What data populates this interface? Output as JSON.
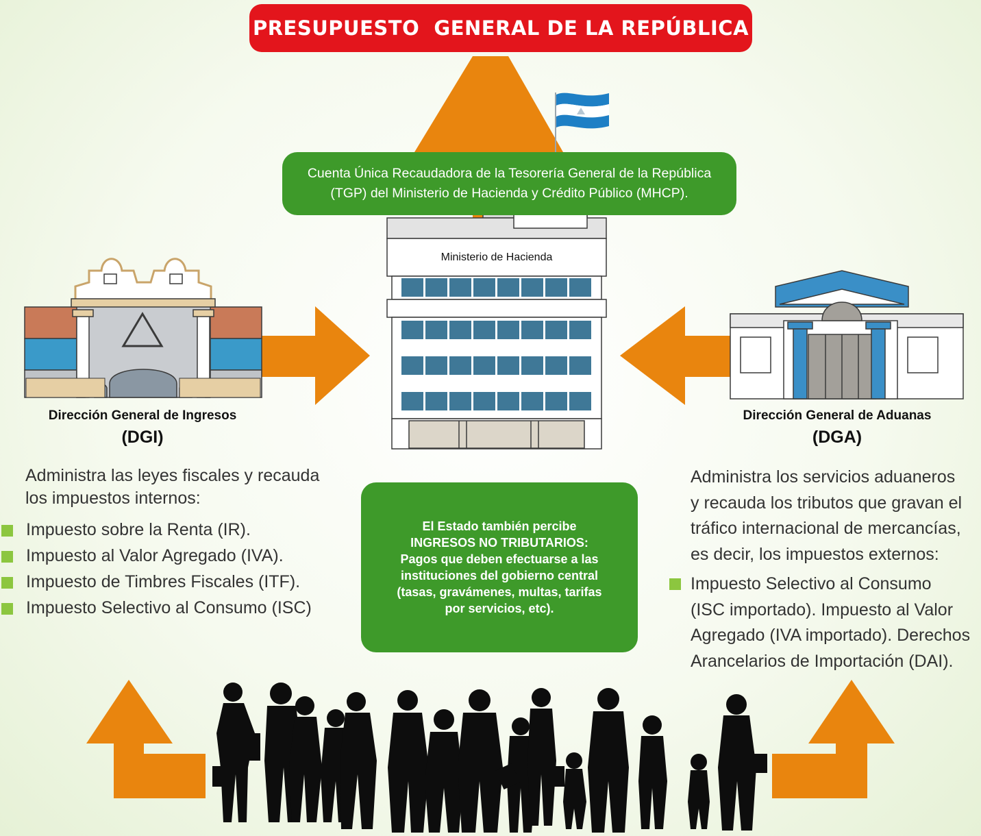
{
  "title": "PRESUPUESTO  GENERAL DE LA REPÚBLICA",
  "tgp_box": {
    "line1": "Cuenta Única Recaudadora de la Tesorería General de la República",
    "line2": "(TGP) del Ministerio de Hacienda y Crédito Público (MHCP)."
  },
  "ministerio_sign": "Ministerio de Hacienda",
  "dgi": {
    "name": "Dirección General de Ingresos",
    "abbr": "(DGI)",
    "desc_line1": "Administra las leyes fiscales y recauda",
    "desc_line2": "los impuestos internos:",
    "items": [
      "Impuesto sobre la Renta (IR).",
      "Impuesto al Valor Agregado (IVA).",
      "Impuesto de Timbres Fiscales (ITF).",
      "Impuesto Selectivo al Consumo (ISC)"
    ]
  },
  "dga": {
    "name": "Dirección General de Aduanas",
    "abbr": "(DGA)",
    "desc_lines": [
      "Administra los servicios aduaneros",
      "y recauda los  tributos que gravan el",
      "tráfico internacional de mercancías,",
      "es decir, los impuestos externos:"
    ],
    "item_lines": [
      "Impuesto Selectivo al Consumo",
      "(ISC importado). Impuesto al Valor",
      "Agregado (IVA importado). Derechos",
      "Arancelarios de Importación (DAI)."
    ]
  },
  "no_tributarios": {
    "lines": [
      "El Estado también percibe",
      "INGRESOS NO TRIBUTARIOS:",
      "Pagos que deben efectuarse a las",
      "instituciones del gobierno central",
      "(tasas, gravámenes, multas, tarifas",
      "por servicios, etc)."
    ]
  },
  "colors": {
    "red": "#e3151c",
    "green": "#3e9a2a",
    "orange": "#e9850e",
    "bullet": "#8cc63f",
    "window_blue": "#3f7897",
    "flag_blue": "#1e7fc5"
  }
}
